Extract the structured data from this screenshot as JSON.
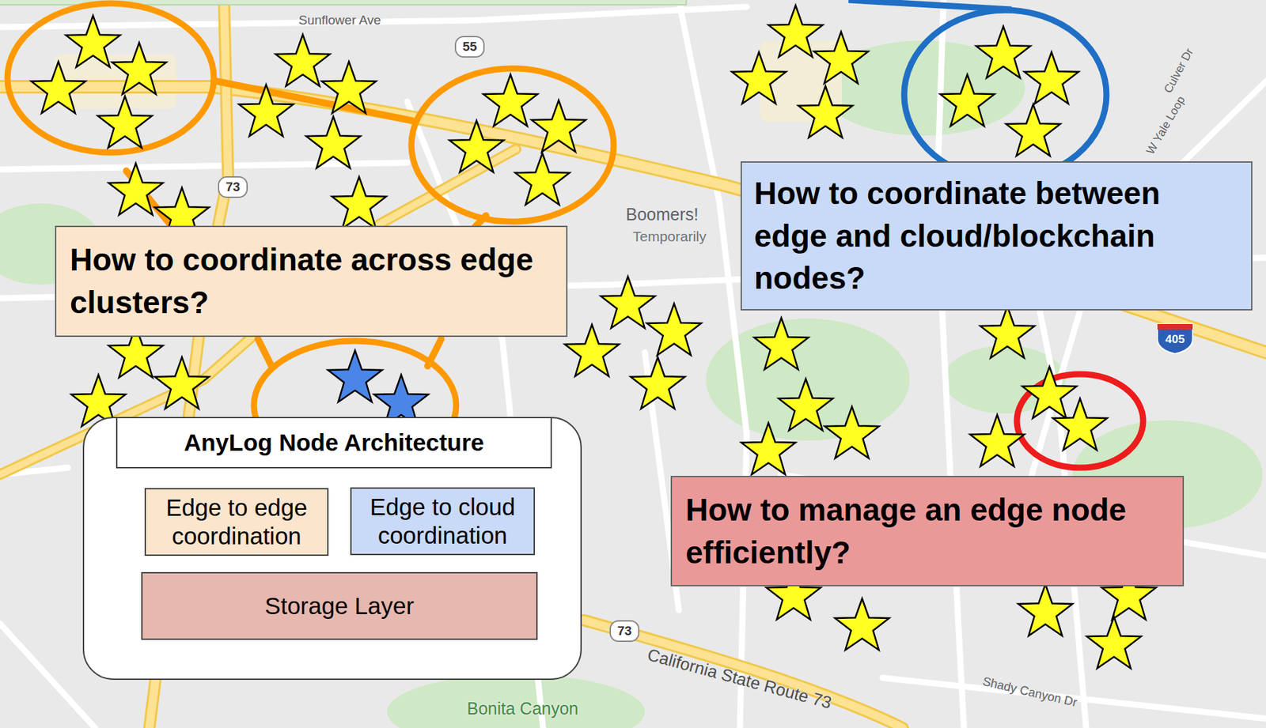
{
  "diagram": {
    "nodes": [
      {
        "text": [
          "How to coordinate across edge clusters?"
        ]
      },
      {
        "text": [
          "How to coordinate between edge and cloud/blockchain nodes?"
        ]
      },
      {
        "text": [
          "AnyLog Node Architecture"
        ]
      },
      {
        "text": [
          "Edge to edge coordination"
        ],
        "in": 2
      },
      {
        "text": [
          "Edge to cloud coordination"
        ],
        "in": 2
      },
      {
        "text": [
          "Storage Layer"
        ],
        "in": 2
      },
      {
        "text": [
          "How to manage an edge node efficiently?"
        ]
      }
    ],
    "labels": [
      "Sunflower Ave",
      "55",
      "73",
      "Boomers!",
      "Temporarily",
      "Culver Dr",
      "W Yale Loop",
      "405",
      "73",
      "California State Route 73",
      "Bonita Canyon",
      "Shady Canyon Dr"
    ]
  }
}
